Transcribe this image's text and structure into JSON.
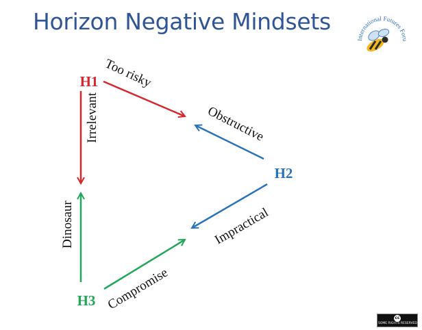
{
  "title": "Horizon Negative Mindsets",
  "colors": {
    "title": "#2f5597",
    "h1": "#d7262e",
    "h2": "#2a73b8",
    "h3": "#21a65a"
  },
  "nodes": {
    "h1": "H1",
    "h2": "H2",
    "h3": "H3"
  },
  "edges": {
    "h1_to_h2": "Too risky",
    "h2_to_h1": "Obstructive",
    "h1_to_h3": "Irrelevant",
    "h3_to_h1": "Dinosaur",
    "h2_to_h3": "Impractical",
    "h3_to_h2": "Compromise"
  },
  "logo": {
    "text": "International Futures Forum",
    "icon": "bee-logo-icon"
  },
  "license": {
    "icon": "cc-icon",
    "icon_text": "cc",
    "text": "SOME RIGHTS RESERVED"
  }
}
